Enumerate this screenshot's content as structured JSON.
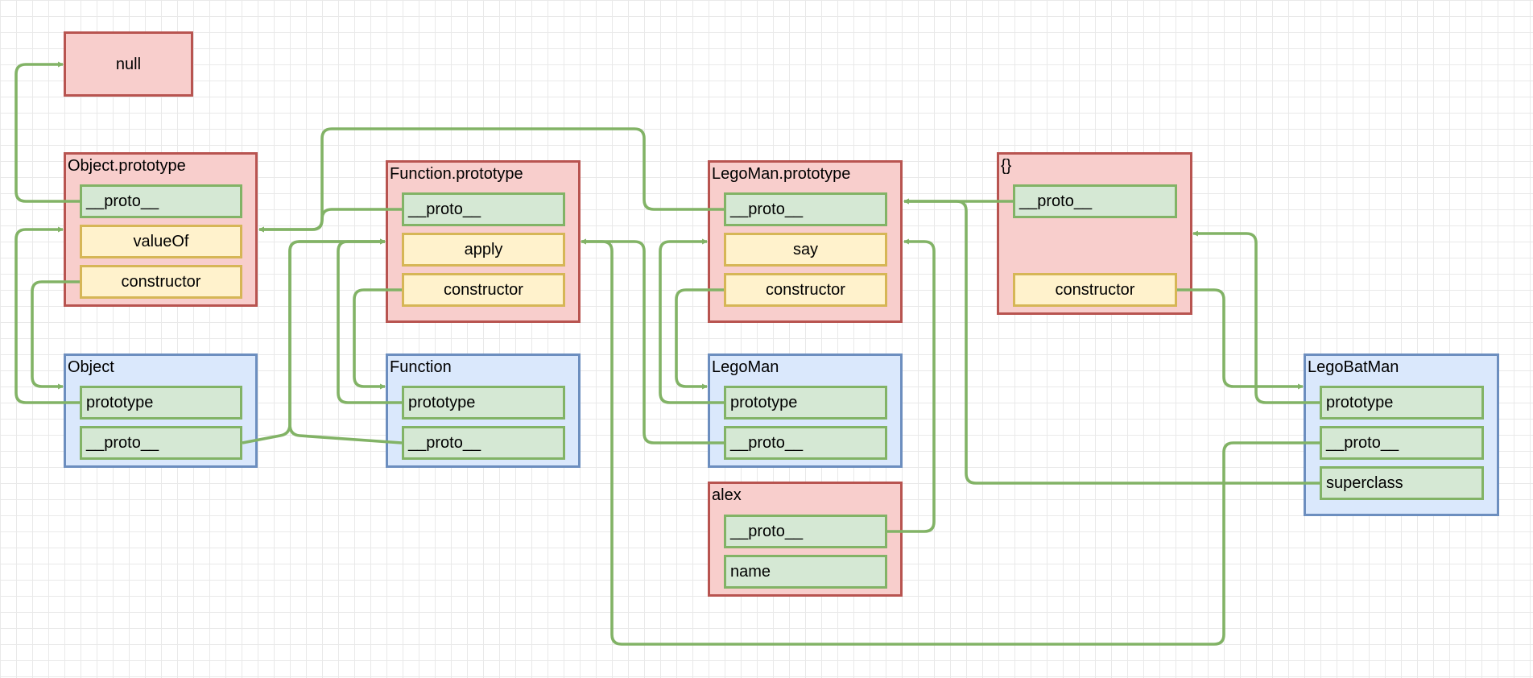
{
  "colors": {
    "red_fill": "#f8cecc",
    "red_stroke": "#b85450",
    "blue_fill": "#dae8fc",
    "blue_stroke": "#6c8ebf",
    "green_fill": "#d5e8d4",
    "green_stroke": "#82b366",
    "yellow_fill": "#fff2cc",
    "yellow_stroke": "#d6b656",
    "arrow": "#82b366",
    "grid": "#e9e9e9"
  },
  "nodes": {
    "null": {
      "title": "null"
    },
    "object_prototype": {
      "title": "Object.prototype",
      "proto": "__proto__",
      "valueof": "valueOf",
      "constructor": "constructor"
    },
    "function_prototype": {
      "title": "Function.prototype",
      "proto": "__proto__",
      "apply": "apply",
      "constructor": "constructor"
    },
    "legoman_prototype": {
      "title": "LegoMan.prototype",
      "proto": "__proto__",
      "say": "say",
      "constructor": "constructor"
    },
    "empty_object": {
      "title": "{}",
      "proto": "__proto__",
      "constructor": "constructor"
    },
    "object": {
      "title": "Object",
      "prototype": "prototype",
      "proto": "__proto__"
    },
    "function": {
      "title": "Function",
      "prototype": "prototype",
      "proto": "__proto__"
    },
    "legoman": {
      "title": "LegoMan",
      "prototype": "prototype",
      "proto": "__proto__"
    },
    "alex": {
      "title": "alex",
      "proto": "__proto__",
      "name": "name"
    },
    "legobatman": {
      "title": "LegoBatMan",
      "prototype": "prototype",
      "proto": "__proto__",
      "superclass": "superclass"
    }
  }
}
